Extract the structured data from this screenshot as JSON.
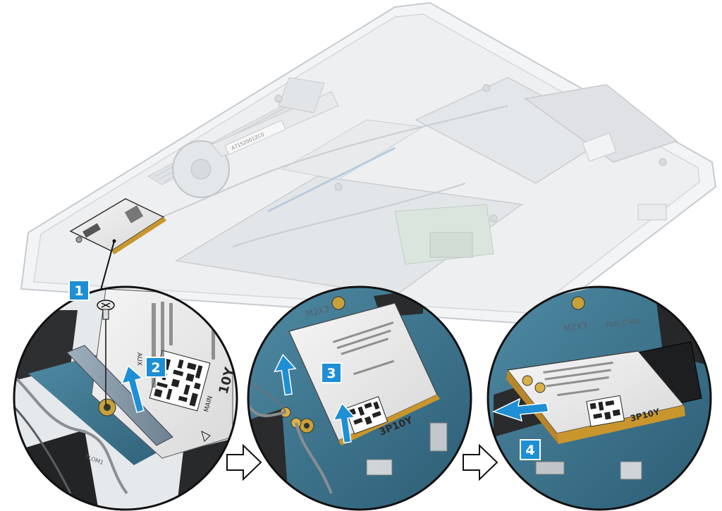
{
  "steps": [
    {
      "number": "1"
    },
    {
      "number": "2"
    },
    {
      "number": "3"
    },
    {
      "number": "4"
    }
  ],
  "labels": {
    "chassis_sticker": "A7152001ZC0",
    "slot_silk": "M2X3",
    "fan_cable": "FAN_CABL",
    "aux": "AUX",
    "main": "MAIN",
    "card_model": "3P10Y",
    "card_model_2": "10Y"
  },
  "colors": {
    "step_badge": "#1e8fd5",
    "arrow": "#1e8fd5",
    "board": "#3d6f86",
    "card_gold": "#c9962e"
  }
}
